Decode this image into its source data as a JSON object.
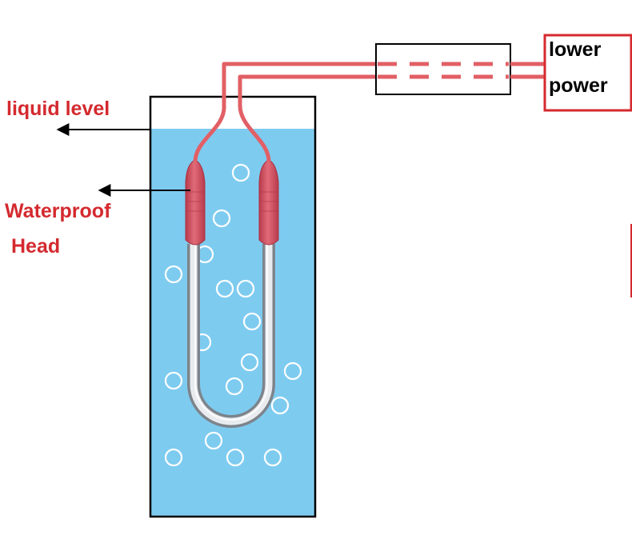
{
  "labels": {
    "liquid_level": "liquid level",
    "waterproof_line1": "Waterproof",
    "waterproof_line2": "Head",
    "power_line1": "lower",
    "power_line2": "power"
  },
  "colors": {
    "liquid": "#7ecbf0",
    "cable": "#e25f66",
    "head": "#d84f60",
    "label_red": "#d42a2f",
    "power_box_border": "#d42a2f",
    "tube": "#c8ccd2"
  }
}
